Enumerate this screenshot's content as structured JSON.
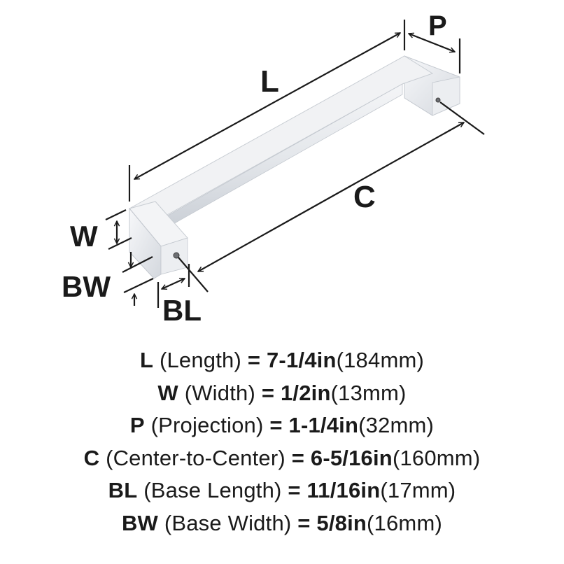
{
  "diagram": {
    "title": "Cabinet pull dimension diagram",
    "labels": {
      "L": "L",
      "P": "P",
      "C": "C",
      "W": "W",
      "BW": "BW",
      "BL": "BL"
    },
    "colors": {
      "ink": "#1a1a1a",
      "metal_light": "#f2f3f5",
      "metal_mid": "#dfe2e7",
      "metal_dark": "#b9bec6",
      "background": "#ffffff"
    }
  },
  "specs": [
    {
      "code": "L",
      "name": "(Length)",
      "eq": "=",
      "imperial": "7-1/4in",
      "metric": "(184mm)"
    },
    {
      "code": "W",
      "name": "(Width)",
      "eq": "=",
      "imperial": "1/2in",
      "metric": "(13mm)"
    },
    {
      "code": "P",
      "name": "(Projection)",
      "eq": "=",
      "imperial": "1-1/4in",
      "metric": "(32mm)"
    },
    {
      "code": "C",
      "name": "(Center-to-Center)",
      "eq": "=",
      "imperial": "6-5/16in",
      "metric": "(160mm)"
    },
    {
      "code": "BL",
      "name": "(Base Length)",
      "eq": "=",
      "imperial": "11/16in",
      "metric": "(17mm)"
    },
    {
      "code": "BW",
      "name": "(Base Width)",
      "eq": "=",
      "imperial": "5/8in",
      "metric": "(16mm)"
    }
  ]
}
